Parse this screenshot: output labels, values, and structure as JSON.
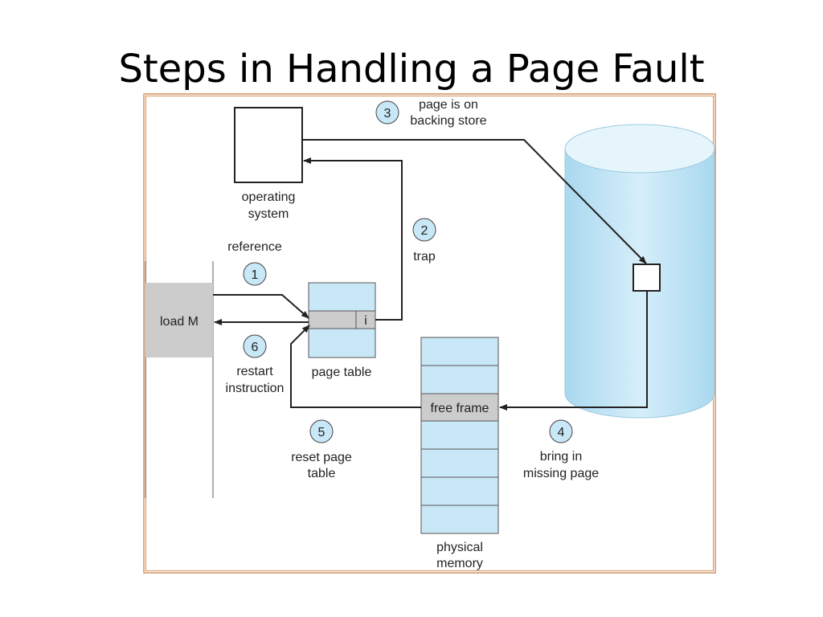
{
  "title": "Steps in Handling a Page Fault",
  "labels": {
    "operating_system_1": "operating",
    "operating_system_2": "system",
    "reference": "reference",
    "load_m": "load M",
    "restart_1": "restart",
    "restart_2": "instruction",
    "page_table": "page table",
    "invalid_bit": "i",
    "trap": "trap",
    "backing_1": "page is on",
    "backing_2": "backing store",
    "free_frame": "free frame",
    "reset_1": "reset page",
    "reset_2": "table",
    "bring_1": "bring in",
    "bring_2": "missing page",
    "physical_1": "physical",
    "physical_2": "memory"
  },
  "steps": [
    "1",
    "2",
    "3",
    "4",
    "5",
    "6"
  ],
  "colors": {
    "frame_border": "#d4915a",
    "light_blue": "#c9e8f7",
    "disk_blue": "#bfe3f4",
    "gray": "#cccccc",
    "stroke": "#222222"
  }
}
